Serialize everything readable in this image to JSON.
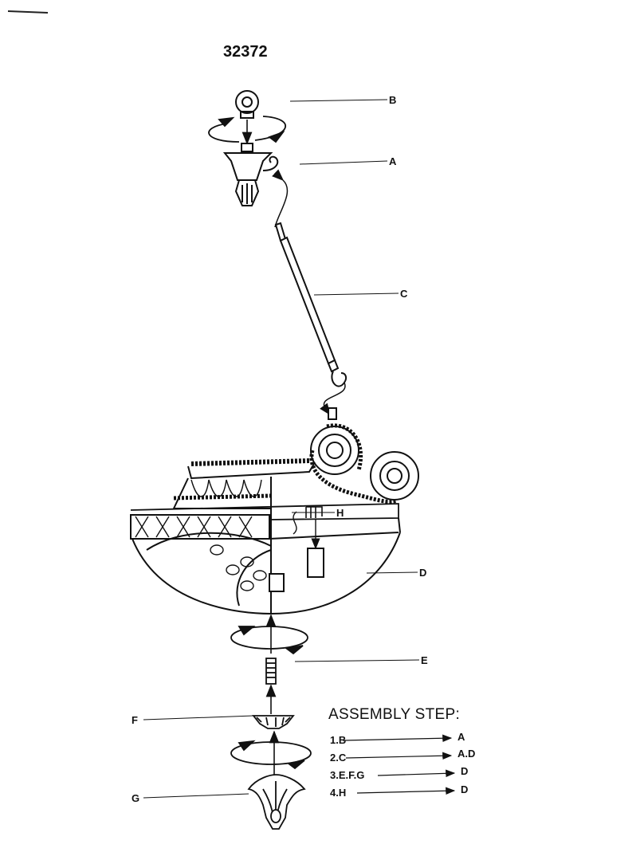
{
  "model_number": "32372",
  "parts": {
    "A": "A",
    "B": "B",
    "C": "C",
    "D": "D",
    "E": "E",
    "F": "F",
    "G": "G",
    "H": "H"
  },
  "assembly": {
    "title": "ASSEMBLY STEP:",
    "steps": [
      {
        "from": "1.B",
        "to": "A"
      },
      {
        "from": "2.C",
        "to": "A.D"
      },
      {
        "from": "3.E.F.G",
        "to": "D"
      },
      {
        "from": "4.H",
        "to": "D"
      }
    ]
  },
  "colors": {
    "ink": "#111111",
    "paper": "#ffffff"
  }
}
